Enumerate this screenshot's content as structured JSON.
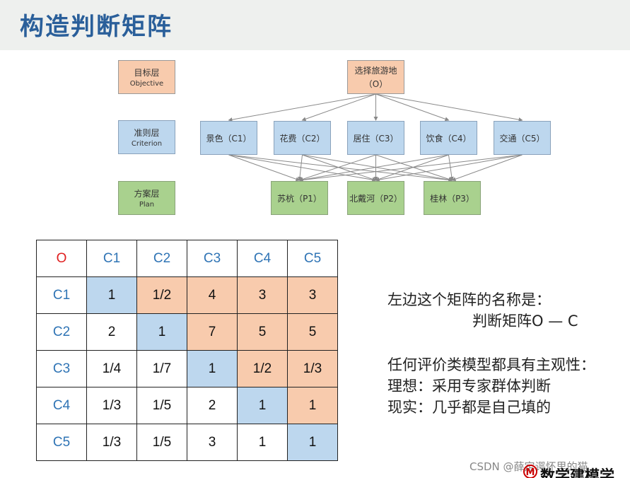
{
  "title": "构造判断矩阵",
  "levels": {
    "objective": {
      "cn": "目标层",
      "en": "Objective"
    },
    "criterion": {
      "cn": "准则层",
      "en": "Criterion"
    },
    "plan": {
      "cn": "方案层",
      "en": "Plan"
    }
  },
  "goal": {
    "line1": "选择旅游地",
    "line2": "（O）"
  },
  "criteria": [
    "景色（C1）",
    "花费（C2）",
    "居住（C3）",
    "饮食（C4）",
    "交通（C5）"
  ],
  "plans": [
    "苏杭（P1）",
    "北戴河（P2）",
    "桂林（P3）"
  ],
  "matrix": {
    "corner": "O",
    "headers": [
      "C1",
      "C2",
      "C3",
      "C4",
      "C5"
    ],
    "rows": [
      {
        "label": "C1",
        "values": [
          "1",
          "1/2",
          "4",
          "3",
          "3"
        ]
      },
      {
        "label": "C2",
        "values": [
          "2",
          "1",
          "7",
          "5",
          "5"
        ]
      },
      {
        "label": "C3",
        "values": [
          "1/4",
          "1/7",
          "1",
          "1/2",
          "1/3"
        ]
      },
      {
        "label": "C4",
        "values": [
          "1/3",
          "1/5",
          "2",
          "1",
          "1"
        ]
      },
      {
        "label": "C5",
        "values": [
          "1/3",
          "1/5",
          "3",
          "1",
          "1"
        ]
      }
    ]
  },
  "notes": {
    "line1": "左边这个矩阵的名称是：",
    "line2": "判断矩阵O — C",
    "line3": "任何评价类模型都具有主观性：",
    "line4": "理想：采用专家群体判断",
    "line5": "现实：几乎都是自己填的"
  },
  "watermark": "CSDN @薛定谔怀里的猫",
  "brand_text": "数学建模学"
}
